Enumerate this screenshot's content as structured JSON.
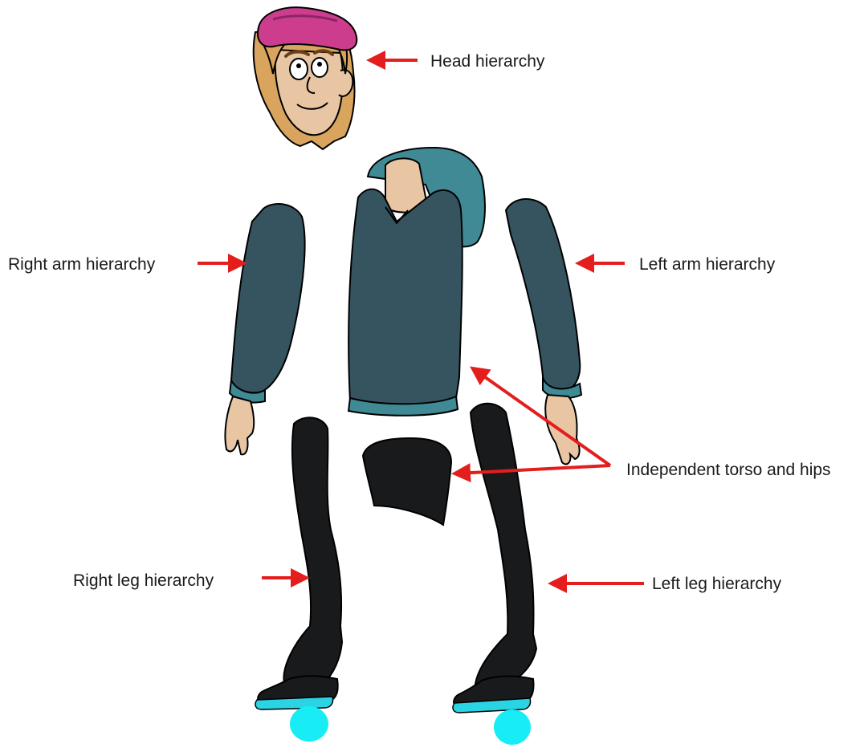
{
  "labels": {
    "head": "Head hierarchy",
    "right_arm": "Right arm hierarchy",
    "left_arm": "Left arm hierarchy",
    "torso_hips": "Independent torso and hips",
    "right_leg": "Right leg hierarchy",
    "left_leg": "Left leg hierarchy"
  },
  "colors": {
    "arrow": "#e41d1d",
    "hoodie": "#36545f",
    "hoodie_light": "#3f8a95",
    "skin": "#e8c6a4",
    "hair": "#d9a55e",
    "cap": "#cc3d8e",
    "pants": "#191a1c",
    "sole": "#2ad4e3",
    "pivot": "#18ecf5",
    "outline": "#000000"
  }
}
